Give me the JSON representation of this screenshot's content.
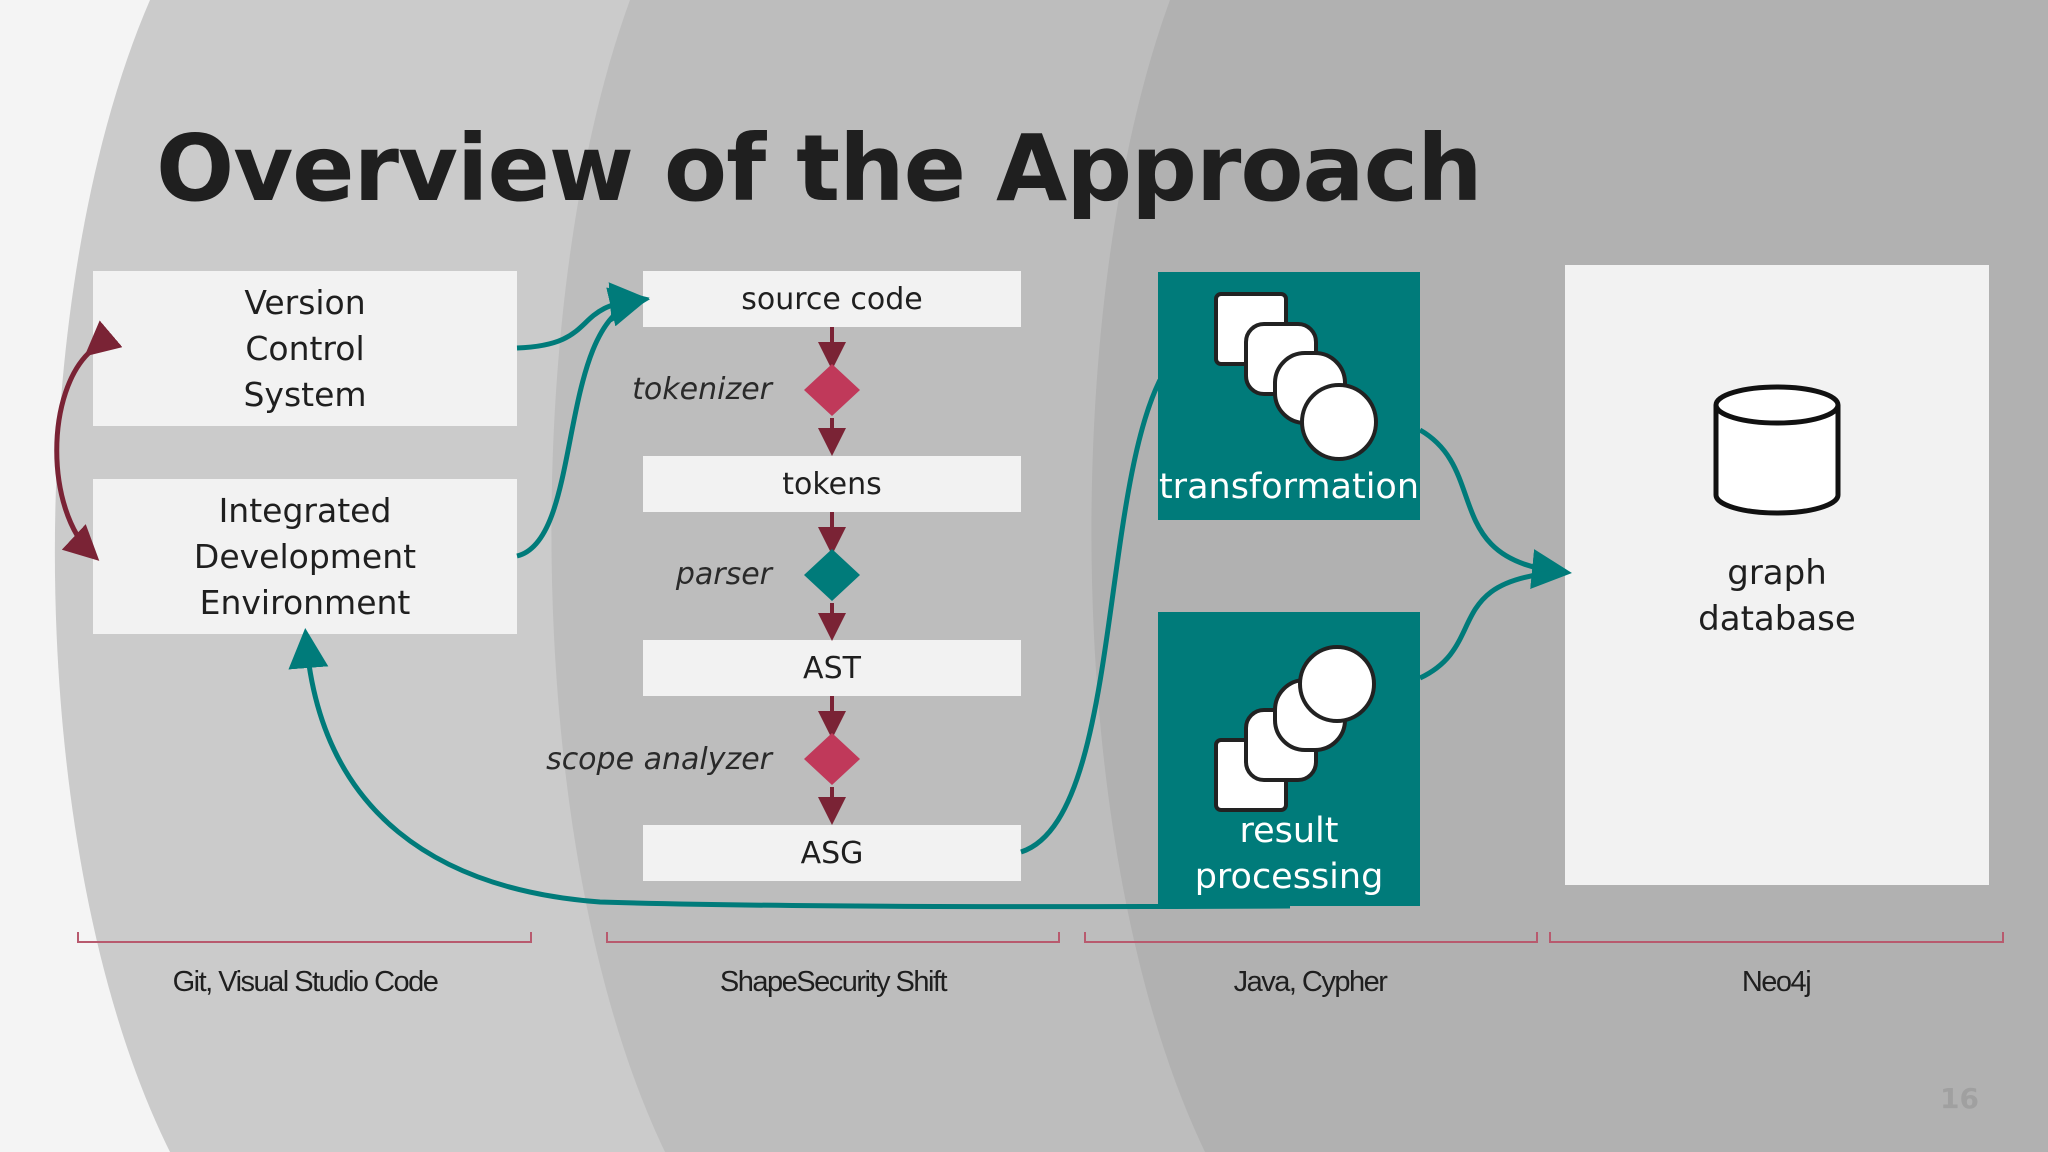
{
  "slide": {
    "title": "Overview of the Approach",
    "page_number": "16"
  },
  "sources": {
    "vcs_label": "Version\nControl\nSystem",
    "ide_label": "Integrated\nDevelopment\nEnvironment"
  },
  "pipeline": {
    "steps": [
      "source code",
      "tokens",
      "AST",
      "ASG"
    ],
    "operations": [
      "tokenizer",
      "parser",
      "scope analyzer"
    ]
  },
  "processing": {
    "transformation_label": "transformation",
    "result_label": "result\nprocessing"
  },
  "database": {
    "label": "graph\ndatabase"
  },
  "tools": [
    "Git, Visual Studio Code",
    "ShapeSecurity Shift",
    "Java, Cypher",
    "Neo4j"
  ],
  "colors": {
    "teal": "#007b7a",
    "maroon": "#7a2335",
    "crimson": "#c0395a"
  }
}
